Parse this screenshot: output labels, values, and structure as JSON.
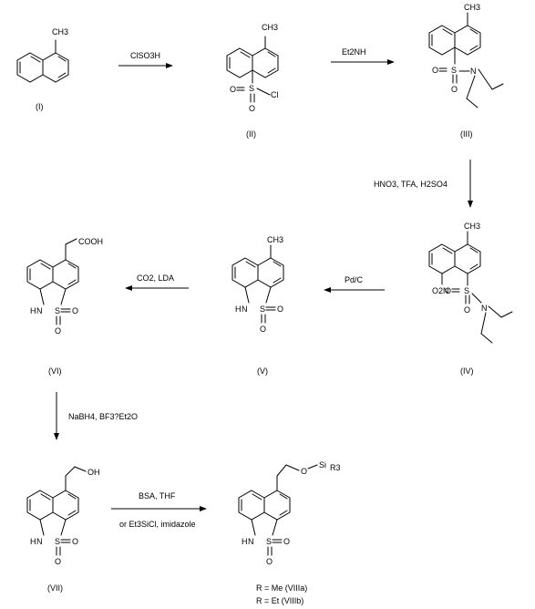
{
  "compounds": [
    {
      "id": "(I)",
      "substituents": [
        "CH3"
      ]
    },
    {
      "id": "(II)",
      "substituents": [
        "CH3",
        "SO2Cl"
      ]
    },
    {
      "id": "(III)",
      "substituents": [
        "CH3",
        "SO2NEt2"
      ]
    },
    {
      "id": "(IV)",
      "substituents": [
        "CH3",
        "NO2",
        "SO2NEt2"
      ]
    },
    {
      "id": "(V)",
      "substituents": [
        "CH3",
        "NH",
        "SO2"
      ]
    },
    {
      "id": "(VI)",
      "substituents": [
        "COOH",
        "NH",
        "SO2"
      ]
    },
    {
      "id": "(VII)",
      "substituents": [
        "OH",
        "NH",
        "SO2"
      ]
    },
    {
      "id": "(VIII)",
      "substituents": [
        "O",
        "SiR3",
        "NH",
        "SO2"
      ]
    }
  ],
  "reagents": {
    "step1": "ClSO3H",
    "step2": "Et2NH",
    "step3": "HNO3, TFA, H2SO4",
    "step4": "Pd/C",
    "step5": "CO2, LDA",
    "step6": "NaBH4, BF3?Et2O",
    "step7_a": "BSA, THF",
    "step7_b": "or Et3SiCl, imidazole"
  },
  "r_definitions": [
    "R = Me (VIIIa)",
    "R = Et  (VIIIb)"
  ],
  "atom_labels": {
    "cl": "Cl",
    "n": "N",
    "h": "H",
    "s": "S",
    "o": "O",
    "oh": "OH",
    "cooh": "COOH",
    "o2n": "O2N",
    "si": "Si",
    "r3": "R3"
  }
}
